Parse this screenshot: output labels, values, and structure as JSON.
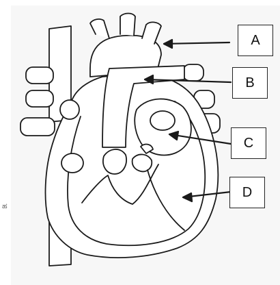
{
  "diagram": {
    "labels": [
      {
        "id": "A",
        "text": "A"
      },
      {
        "id": "B",
        "text": "B"
      },
      {
        "id": "C",
        "text": "C"
      },
      {
        "id": "D",
        "text": "D"
      }
    ],
    "margin_mark": "ಹ",
    "line_color": "#1a1a1a"
  }
}
